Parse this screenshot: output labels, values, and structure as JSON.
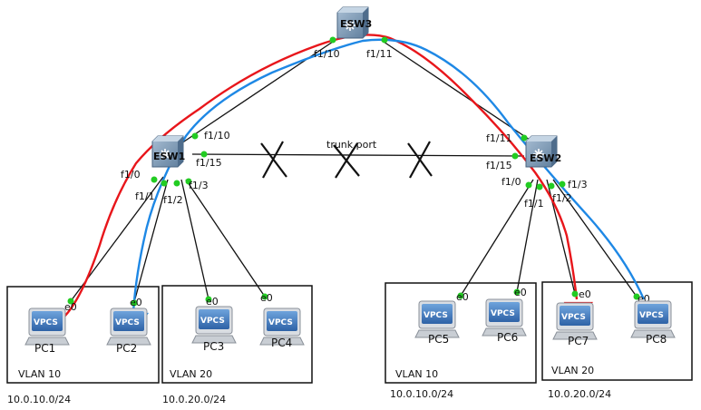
{
  "switches": {
    "esw3": "ESW3",
    "esw1": "ESW1",
    "esw2": "ESW2"
  },
  "ports": {
    "esw3_f1_10": "f1/10",
    "esw3_f1_11": "f1/11",
    "esw1_f1_10": "f1/10",
    "esw1_f1_15": "f1/15",
    "esw1_f1_0": "f1/0",
    "esw1_f1_1": "f1/1",
    "esw1_f1_2": "f1/2",
    "esw1_f1_3": "f1/3",
    "esw2_f1_11": "f1/11",
    "esw2_f1_15": "f1/15",
    "esw2_f1_0": "f1/0",
    "esw2_f1_1": "f1/1",
    "esw2_f1_2": "f1/2",
    "esw2_f1_3": "f1/3",
    "e0": "e0"
  },
  "trunk_label": "trunk port",
  "pc_icon_text": "VPCS",
  "pcs": [
    "PC1",
    "PC2",
    "PC3",
    "PC4",
    "PC5",
    "PC6",
    "PC7",
    "PC8"
  ],
  "groups": {
    "g1_vlan": "VLAN 10",
    "g1_subnet": "10.0.10.0/24",
    "g2_vlan": "VLAN 20",
    "g2_subnet": "10.0.20.0/24",
    "g3_vlan": "VLAN 10",
    "g3_subnet": "10.0.10.0/24",
    "g4_vlan": "VLAN 20",
    "g4_subnet": "10.0.20.0/24"
  },
  "colors": {
    "link": "#111111",
    "port_dot": "#22cc22",
    "red_path": "#e8161b",
    "blue_path": "#1e88e5",
    "switch_fill": "#6f8fae",
    "vpcs_screen": "#3a73b8"
  }
}
